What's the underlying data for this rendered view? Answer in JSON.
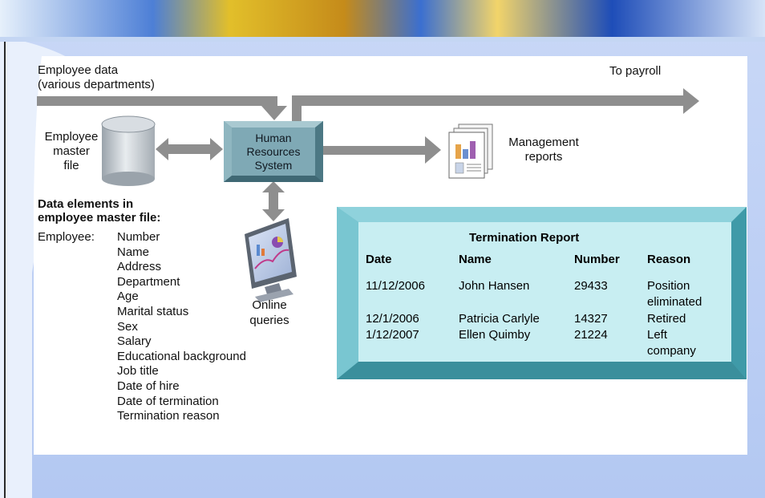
{
  "diagram": {
    "employee_data_label": [
      "Employee data",
      "(various departments)"
    ],
    "to_payroll_label": "To payroll",
    "master_file_label": [
      "Employee",
      "master",
      "file"
    ],
    "hr_system_label": [
      "Human",
      "Resources",
      "System"
    ],
    "management_reports_label": [
      "Management",
      "reports"
    ],
    "online_queries_label": [
      "Online",
      "queries"
    ],
    "data_elements_heading": [
      "Data elements in",
      "employee master file:"
    ],
    "employee_prefix": "Employee:",
    "employee_fields": [
      "Number",
      "Name",
      "Address",
      "Department",
      "Age",
      "Marital status",
      "Sex",
      "Salary",
      "Educational background",
      "Job title",
      "Date of hire",
      "Date of termination",
      "Termination reason"
    ]
  },
  "termination_report": {
    "title": "Termination Report",
    "columns": [
      "Date",
      "Name",
      "Number",
      "Reason"
    ],
    "rows": [
      {
        "date": "11/12/2006",
        "name": "John Hansen",
        "number": "29433",
        "reason": [
          "Position",
          "eliminated"
        ]
      },
      {
        "date": "12/1/2006",
        "name": "Patricia Carlyle",
        "number": "14327",
        "reason": [
          "Retired"
        ]
      },
      {
        "date": "1/12/2007",
        "name": "Ellen Quimby",
        "number": "21224",
        "reason": [
          "Left",
          "company"
        ]
      }
    ]
  },
  "colors": {
    "slide_bg": "#b9cdf4",
    "arrow": "#8e8e8e",
    "hr_box": "#7fa9b5",
    "report_frame": "#5fb3c0",
    "report_fill": "#c8eef2"
  }
}
